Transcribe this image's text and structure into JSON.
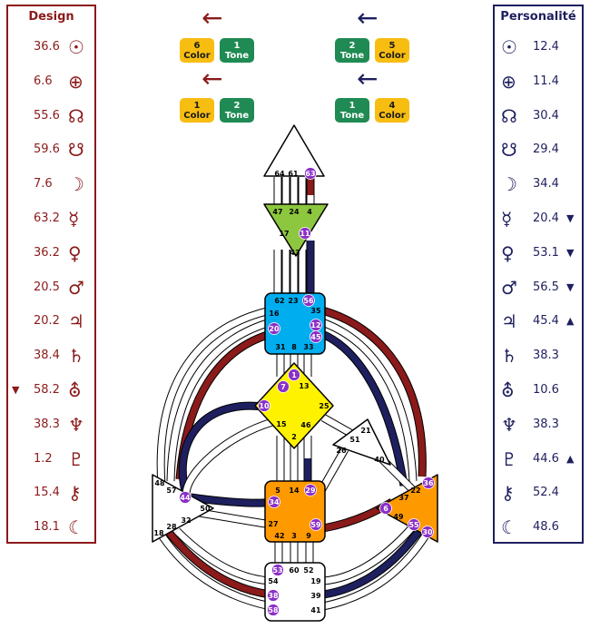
{
  "design": {
    "title": "Design",
    "rows": [
      {
        "value": "36.6",
        "symbol": "☉",
        "icon": "sun-icon",
        "mark": ""
      },
      {
        "value": "6.6",
        "symbol": "⊕",
        "icon": "earth-icon",
        "mark": ""
      },
      {
        "value": "55.6",
        "symbol": "☊",
        "icon": "north-node-icon",
        "mark": ""
      },
      {
        "value": "59.6",
        "symbol": "☋",
        "icon": "south-node-icon",
        "mark": ""
      },
      {
        "value": "7.6",
        "symbol": "☽",
        "icon": "moon-icon",
        "mark": ""
      },
      {
        "value": "63.2",
        "symbol": "☿",
        "icon": "mercury-icon",
        "mark": ""
      },
      {
        "value": "36.2",
        "symbol": "♀",
        "icon": "venus-icon",
        "mark": ""
      },
      {
        "value": "20.5",
        "symbol": "♂",
        "icon": "mars-icon",
        "mark": ""
      },
      {
        "value": "20.2",
        "symbol": "♃",
        "icon": "jupiter-icon",
        "mark": ""
      },
      {
        "value": "38.4",
        "symbol": "♄",
        "icon": "saturn-icon",
        "mark": ""
      },
      {
        "value": "58.2",
        "symbol": "⛢",
        "icon": "uranus-icon",
        "mark": "▼"
      },
      {
        "value": "38.3",
        "symbol": "♆",
        "icon": "neptune-icon",
        "mark": ""
      },
      {
        "value": "1.2",
        "symbol": "♇",
        "icon": "pluto-icon",
        "mark": ""
      },
      {
        "value": "15.4",
        "symbol": "⚷",
        "icon": "chiron-icon",
        "mark": ""
      },
      {
        "value": "18.1",
        "symbol": "☾",
        "icon": "lilith-icon",
        "mark": ""
      }
    ]
  },
  "personality": {
    "title": "Personalité",
    "rows": [
      {
        "value": "12.4",
        "symbol": "☉",
        "icon": "sun-icon",
        "mark": ""
      },
      {
        "value": "11.4",
        "symbol": "⊕",
        "icon": "earth-icon",
        "mark": ""
      },
      {
        "value": "30.4",
        "symbol": "☊",
        "icon": "north-node-icon",
        "mark": ""
      },
      {
        "value": "29.4",
        "symbol": "☋",
        "icon": "south-node-icon",
        "mark": ""
      },
      {
        "value": "34.4",
        "symbol": "☽",
        "icon": "moon-icon",
        "mark": ""
      },
      {
        "value": "20.4",
        "symbol": "☿",
        "icon": "mercury-icon",
        "mark": "▼"
      },
      {
        "value": "53.1",
        "symbol": "♀",
        "icon": "venus-icon",
        "mark": "▼"
      },
      {
        "value": "56.5",
        "symbol": "♂",
        "icon": "mars-icon",
        "mark": "▼"
      },
      {
        "value": "45.4",
        "symbol": "♃",
        "icon": "jupiter-icon",
        "mark": "▲"
      },
      {
        "value": "38.3",
        "symbol": "♄",
        "icon": "saturn-icon",
        "mark": ""
      },
      {
        "value": "10.6",
        "symbol": "⛢",
        "icon": "uranus-icon",
        "mark": ""
      },
      {
        "value": "38.3",
        "symbol": "♆",
        "icon": "neptune-icon",
        "mark": ""
      },
      {
        "value": "44.6",
        "symbol": "♇",
        "icon": "pluto-icon",
        "mark": "▲"
      },
      {
        "value": "52.4",
        "symbol": "⚷",
        "icon": "chiron-icon",
        "mark": ""
      },
      {
        "value": "48.6",
        "symbol": "☾",
        "icon": "lilith-icon",
        "mark": ""
      }
    ]
  },
  "variables": {
    "design_top": [
      {
        "num": "6",
        "label": "Color",
        "kind": "color"
      },
      {
        "num": "1",
        "label": "Tone",
        "kind": "tone"
      }
    ],
    "design_bottom": [
      {
        "num": "1",
        "label": "Color",
        "kind": "color"
      },
      {
        "num": "2",
        "label": "Tone",
        "kind": "tone"
      }
    ],
    "personality_top": [
      {
        "num": "2",
        "label": "Tone",
        "kind": "tone"
      },
      {
        "num": "5",
        "label": "Color",
        "kind": "color"
      }
    ],
    "personality_bottom": [
      {
        "num": "1",
        "label": "Tone",
        "kind": "tone"
      },
      {
        "num": "4",
        "label": "Color",
        "kind": "color"
      }
    ],
    "arrow_glyph": "←"
  },
  "colors": {
    "design": "#8b1a1a",
    "personality": "#1e1f5e",
    "color_chip": "#f7bd11",
    "tone_chip": "#1f8a53",
    "activated_gate": "#8b2fc9",
    "head": "#ffffff",
    "ajna": "#8dc63f",
    "throat": "#00aeef",
    "g_center": "#fff200",
    "sacral": "#ff9900",
    "solar_plexus": "#ff9900",
    "spleen": "#ffffff",
    "ego": "#ffffff",
    "root": "#ffffff"
  },
  "centers": [
    {
      "name": "head",
      "fill": "#ffffff"
    },
    {
      "name": "ajna",
      "fill": "#8dc63f"
    },
    {
      "name": "throat",
      "fill": "#00aeef"
    },
    {
      "name": "g",
      "fill": "#fff200"
    },
    {
      "name": "ego",
      "fill": "#ffffff"
    },
    {
      "name": "sacral",
      "fill": "#ff9900"
    },
    {
      "name": "spleen",
      "fill": "#ffffff"
    },
    {
      "name": "solar-plexus",
      "fill": "#ff9900"
    },
    {
      "name": "root",
      "fill": "#ffffff"
    }
  ],
  "gates": [
    {
      "n": "64",
      "active": false
    },
    {
      "n": "61",
      "active": false
    },
    {
      "n": "63",
      "active": true
    },
    {
      "n": "47",
      "active": false
    },
    {
      "n": "24",
      "active": false
    },
    {
      "n": "4",
      "active": false
    },
    {
      "n": "17",
      "active": false
    },
    {
      "n": "11",
      "active": true
    },
    {
      "n": "43",
      "active": false
    },
    {
      "n": "62",
      "active": false
    },
    {
      "n": "23",
      "active": false
    },
    {
      "n": "56",
      "active": true
    },
    {
      "n": "16",
      "active": false
    },
    {
      "n": "35",
      "active": false
    },
    {
      "n": "20",
      "active": true
    },
    {
      "n": "12",
      "active": true
    },
    {
      "n": "45",
      "active": true
    },
    {
      "n": "31",
      "active": false
    },
    {
      "n": "8",
      "active": false
    },
    {
      "n": "33",
      "active": false
    },
    {
      "n": "1",
      "active": true
    },
    {
      "n": "7",
      "active": true
    },
    {
      "n": "13",
      "active": false
    },
    {
      "n": "10",
      "active": true
    },
    {
      "n": "25",
      "active": false
    },
    {
      "n": "15",
      "active": false
    },
    {
      "n": "46",
      "active": false
    },
    {
      "n": "2",
      "active": false
    },
    {
      "n": "21",
      "active": false
    },
    {
      "n": "51",
      "active": false
    },
    {
      "n": "26",
      "active": false
    },
    {
      "n": "40",
      "active": false
    },
    {
      "n": "5",
      "active": false
    },
    {
      "n": "14",
      "active": false
    },
    {
      "n": "29",
      "active": true
    },
    {
      "n": "34",
      "active": true
    },
    {
      "n": "27",
      "active": false
    },
    {
      "n": "59",
      "active": true
    },
    {
      "n": "42",
      "active": false
    },
    {
      "n": "3",
      "active": false
    },
    {
      "n": "9",
      "active": false
    },
    {
      "n": "48",
      "active": false
    },
    {
      "n": "57",
      "active": false
    },
    {
      "n": "44",
      "active": true
    },
    {
      "n": "50",
      "active": false
    },
    {
      "n": "32",
      "active": false
    },
    {
      "n": "28",
      "active": false
    },
    {
      "n": "18",
      "active": false
    },
    {
      "n": "36",
      "active": true
    },
    {
      "n": "22",
      "active": false
    },
    {
      "n": "37",
      "active": false
    },
    {
      "n": "6",
      "active": true
    },
    {
      "n": "49",
      "active": false
    },
    {
      "n": "55",
      "active": true
    },
    {
      "n": "30",
      "active": true
    },
    {
      "n": "53",
      "active": true
    },
    {
      "n": "60",
      "active": false
    },
    {
      "n": "52",
      "active": false
    },
    {
      "n": "54",
      "active": false
    },
    {
      "n": "19",
      "active": false
    },
    {
      "n": "38",
      "active": true
    },
    {
      "n": "39",
      "active": false
    },
    {
      "n": "58",
      "active": true
    },
    {
      "n": "41",
      "active": false
    }
  ]
}
